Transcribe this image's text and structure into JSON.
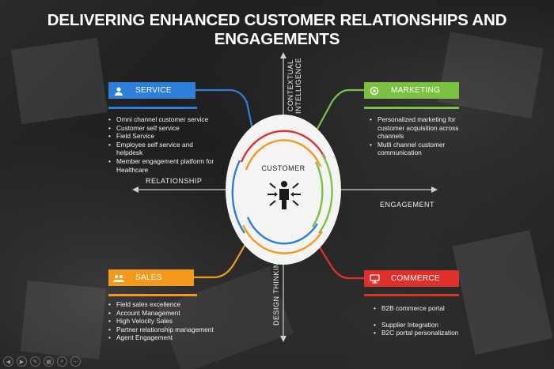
{
  "title": "DELIVERING ENHANCED CUSTOMER RELATIONSHIPS AND ENGAGEMENTS",
  "center": {
    "label": "CUSTOMER",
    "icon": "customer-network-icon"
  },
  "axes": {
    "top": "CONTEXTUAL INTELLIGENCE",
    "bottom": "DESIGN THINKING",
    "left": "RELATIONSHIP",
    "right": "ENGAGEMENT"
  },
  "quadrants": {
    "service": {
      "label": "SERVICE",
      "color": "#2e7fd9",
      "icon": "person-headset-icon",
      "items": [
        "Omni channel customer service",
        "Customer self service",
        "Field Service",
        "Employee self service and helpdesk",
        "Member engagement platform for Healthcare"
      ]
    },
    "marketing": {
      "label": "MARKETING",
      "color": "#7cc242",
      "icon": "refresh-target-icon",
      "items": [
        "Personalized marketing for customer acquisition across channels",
        "Mutli channel customer communication"
      ]
    },
    "sales": {
      "label": "SALES",
      "color": "#f39a1e",
      "icon": "people-chat-icon",
      "items": [
        "Field sales excellence",
        "Account Management",
        "High Velocity Sales",
        "Partner relationship management",
        "Agent Engagement"
      ]
    },
    "commerce": {
      "label": "COMMERCE",
      "color": "#e0302b",
      "icon": "monitor-cart-icon",
      "items": [
        "B2B commerce portal",
        "Supplier Integration",
        "B2C portal personalization"
      ]
    }
  },
  "toolbar": [
    "prev-icon",
    "next-icon",
    "menu-icon",
    "slides-icon",
    "zoom-icon",
    "more-icon"
  ]
}
